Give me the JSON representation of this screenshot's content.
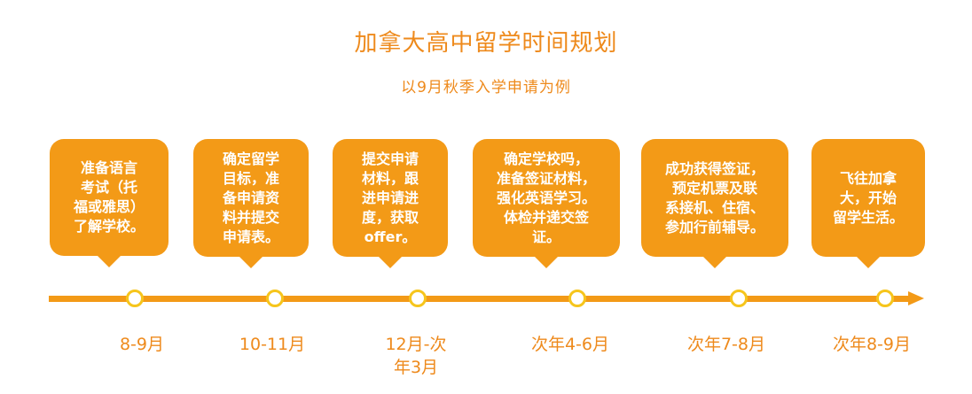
{
  "title": "加拿大高中留学时间规划",
  "subtitle": "以9月秋季入学申请为例",
  "colors": {
    "accent": "#f39a17",
    "text": "#ee8a1c",
    "node_ring": "#f6c51c"
  },
  "steps": [
    {
      "text": "准备语言\n考试（托\n福或雅思）\n了解学校。",
      "date": "8-9月"
    },
    {
      "text": "确定留学\n目标，准\n备申请资\n料并提交\n申请表。",
      "date": "10-11月"
    },
    {
      "text": "提交申请\n材料，跟\n进申请进\n度，获取\noffer。",
      "date": "12月-次\n年3月"
    },
    {
      "text": "确定学校吗，\n准备签证材料，\n强化英语学习。\n体检并递交签\n证。",
      "date": "次年4-6月"
    },
    {
      "text": "成功获得签证，\n预定机票及联\n系接机、住宿、\n参加行前辅导。",
      "date": "次年7-8月"
    },
    {
      "text": "飞往加拿\n大，开始\n留学生活。",
      "date": "次年8-9月"
    }
  ]
}
